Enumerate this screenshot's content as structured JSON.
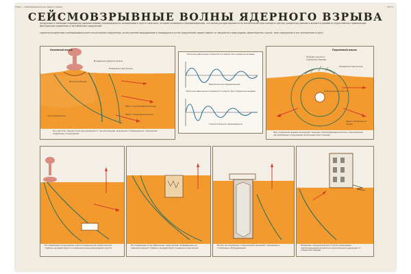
{
  "meta": {
    "top_left_note": "Плакат — Сейсмовзрывные волны ядерного взрыва",
    "top_right_note": "Лист 6"
  },
  "title": "СЕЙСМОВЗРЫВНЫЕ ВОЛНЫ ЯДЕРНОГО ВЗРЫВА",
  "intro_text": "Воздушный и наземный (надводный) ядерные взрывы сопровождаются колебаниями в грунте сами волн, которые называются сейсмовзрывными. Эти волны распространяются на значительные расстояния от центра (эпицентра) взрыва и являются одними из существенных поражающих факторов для подземных и заглубленных сооружений.",
  "intro_text_2": "Характер воздействия сейсмовзрывных волн на различные сооружения, их внутреннее оборудование и находящихся в этих сооружениях людей зависит от мощности и вида взрыва, характеристик грунта, типа сооружения и его заглубления в грунт.",
  "panel_left": {
    "heading": "Наземный взрыв",
    "labels": {
      "air_wave": "Воздушная ударная волна",
      "surface_wave": "Поверхностная волна",
      "crater": "Воронка взрыва",
      "ground_wave": "Грунтовая волна",
      "front_refracted": "Фронт преломлённой волны",
      "front_lateral": "Фронт продольной волны"
    },
    "caption": "На участках свыше полутора размеров от центра взрыва, возникают повреждения, поражение подземных сооружений"
  },
  "panel_center": {
    "heading_top": "Типичное движение поверхности земли при наземном взрыве",
    "heading_bottom": "Типичное движение поверхности земли при подземном взрыве",
    "label_a": "Вертикальное перемещение",
    "label_b": "Горизонтальное перемещение"
  },
  "panel_right": {
    "heading": "Подземный взрыв",
    "labels": {
      "rise": "Подъём грунта в эпицентре взрыва",
      "surface_wave": "Поверхностная волна",
      "camouflet": "Камуфлетная полость",
      "front": "Фронт продольной волны"
    },
    "caption": "При подземном взрыве возникают мощные сейсмовзрывные волны, поражающие заглубленные сооружения на больших расстояниях"
  },
  "bottom_captions": [
    "На подземные сооружения, расположенные на значительной глубине, воздействует в основном волна напряжений грунта",
    "На подземные и заглубленные сооружения, возведённые на незначительной глубине, воздействует поверхностная волна",
    "Волна на подземных сооружениях вызывает смещение и сотрясение оборудования",
    "Наземные сооружения могут быть разрушены сейсмовзрывной волной на значительном удалении от эпицентра взрыва"
  ],
  "colors": {
    "ground": "#f39a2e",
    "ground_dark": "#e07d18",
    "sky": "#f4efe6",
    "wave_green": "#2f6f5a",
    "arrow_red": "#d43a2a",
    "cloud": "#d98c80",
    "text": "#2a2723"
  }
}
